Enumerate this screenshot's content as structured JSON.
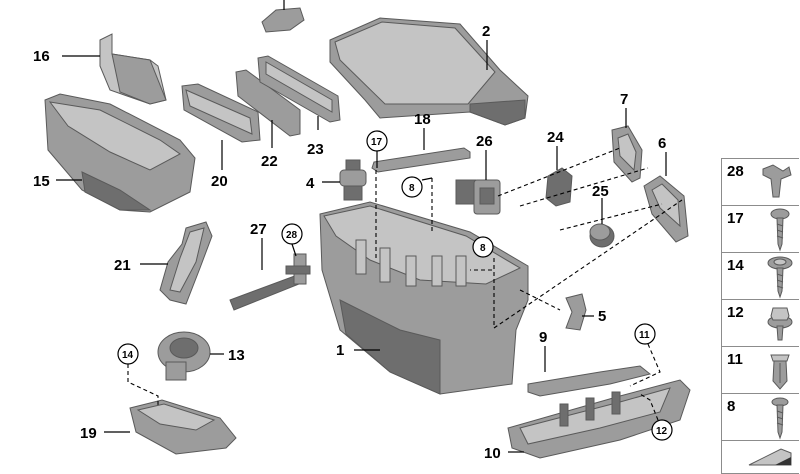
{
  "diagram": {
    "callouts": {
      "c1": "1",
      "c2": "2",
      "c4": "4",
      "c5": "5",
      "c6": "6",
      "c7": "7",
      "c9": "9",
      "c10": "10",
      "c13": "13",
      "c15": "15",
      "c16": "16",
      "c18": "18",
      "c19": "19",
      "c20": "20",
      "c21": "21",
      "c22": "22",
      "c23": "23",
      "c24": "24",
      "c25": "25",
      "c26": "26",
      "c27": "27"
    },
    "circled": {
      "r17": "17",
      "r8a": "8",
      "r8b": "8",
      "r28": "28",
      "r14": "14",
      "r11": "11",
      "r12": "12"
    }
  },
  "fasteners": {
    "items": [
      {
        "number": "28",
        "icon": "clip-icon"
      },
      {
        "number": "17",
        "icon": "screw-icon"
      },
      {
        "number": "14",
        "icon": "washer-screw-icon"
      },
      {
        "number": "12",
        "icon": "hex-nut-icon"
      },
      {
        "number": "11",
        "icon": "expansion-nut-icon"
      },
      {
        "number": "8",
        "icon": "screw-icon"
      },
      {
        "number": "",
        "icon": "wedge-icon"
      }
    ]
  },
  "colors": {
    "part_dark": "#6e6e6e",
    "part_mid": "#9c9c9c",
    "part_light": "#c4c4c4",
    "line": "#000000"
  }
}
